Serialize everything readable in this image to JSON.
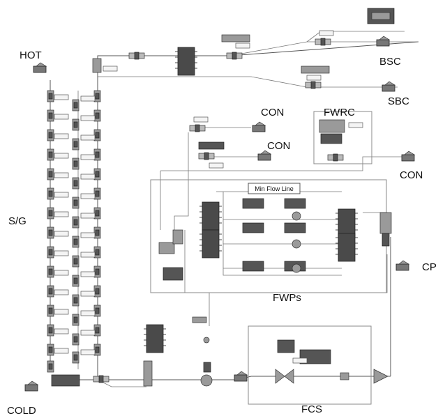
{
  "labels": {
    "hot": "HOT",
    "cold": "COLD",
    "sg": "S/G",
    "bsc": "BSC",
    "sbc": "SBC",
    "con_1": "CON",
    "con_2": "CON",
    "con_3": "CON",
    "fwrc": "FWRC",
    "fwps": "FWPs",
    "cp": "CP",
    "fcs": "FCS",
    "min_flow_line": "Min Flow Line"
  }
}
